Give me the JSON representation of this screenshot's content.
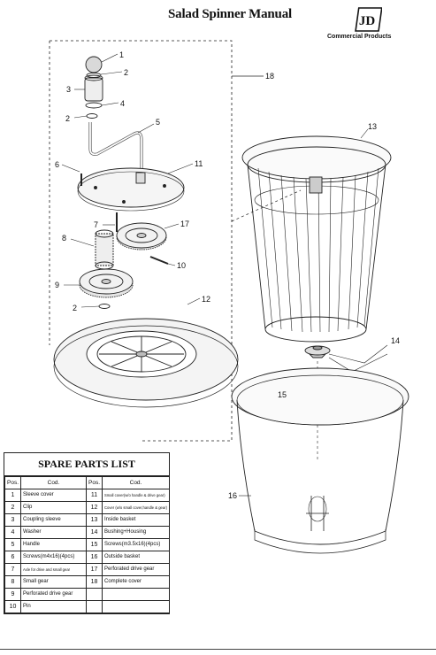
{
  "header": {
    "title": "Salad Spinner Manual",
    "logo_text": "JD",
    "logo_subtitle": "Commercial Products"
  },
  "callouts": [
    "1",
    "2",
    "3",
    "4",
    "2",
    "5",
    "6",
    "11",
    "18",
    "13",
    "7",
    "17",
    "8",
    "10",
    "9",
    "12",
    "2",
    "14",
    "15",
    "16"
  ],
  "spare_parts": {
    "title": "SPARE PARTS LIST",
    "headers": [
      "Pos.",
      "Cod.",
      "Pos.",
      "Cod."
    ],
    "rows": [
      {
        "pos_a": "1",
        "cod_a": "Sleeve cover",
        "pos_b": "11",
        "cod_b": "Small cover(w/o handle & drive gear)"
      },
      {
        "pos_a": "2",
        "cod_a": "Clip",
        "pos_b": "12",
        "cod_b": "Cover (w/o small cover,handle & gear)"
      },
      {
        "pos_a": "3",
        "cod_a": "Coupling sleeve",
        "pos_b": "13",
        "cod_b": "Inside basket"
      },
      {
        "pos_a": "4",
        "cod_a": "Washer",
        "pos_b": "14",
        "cod_b": "Bushing+Housing"
      },
      {
        "pos_a": "5",
        "cod_a": "Handle",
        "pos_b": "15",
        "cod_b": "Screws(m3.5x16)(4pcs)"
      },
      {
        "pos_a": "6",
        "cod_a": "Screws(m4x16)(4pcs)",
        "pos_b": "16",
        "cod_b": "Outside basket"
      },
      {
        "pos_a": "7",
        "cod_a": "Axle for drive and small gear",
        "pos_b": "17",
        "cod_b": "Perforated drive gear"
      },
      {
        "pos_a": "8",
        "cod_a": "Small gear",
        "pos_b": "18",
        "cod_b": "Complete cover"
      },
      {
        "pos_a": "9",
        "cod_a": "Perforated drive gear",
        "pos_b": "",
        "cod_b": ""
      },
      {
        "pos_a": "10",
        "cod_a": "Pin",
        "pos_b": "",
        "cod_b": ""
      }
    ]
  }
}
